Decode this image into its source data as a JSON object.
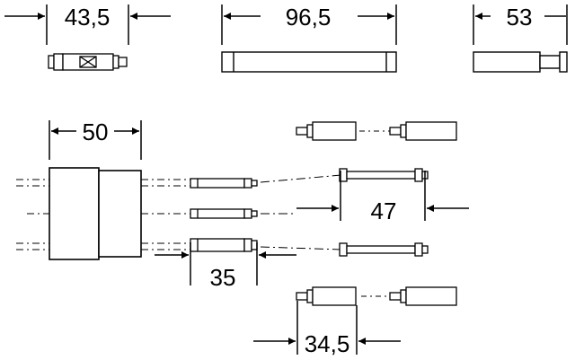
{
  "dimensions": {
    "top_left": "43,5",
    "top_middle": "96,5",
    "top_right": "53",
    "mid_left": "50",
    "mid_right": "47",
    "bottom_left": "35",
    "bottom_right": "34,5"
  }
}
